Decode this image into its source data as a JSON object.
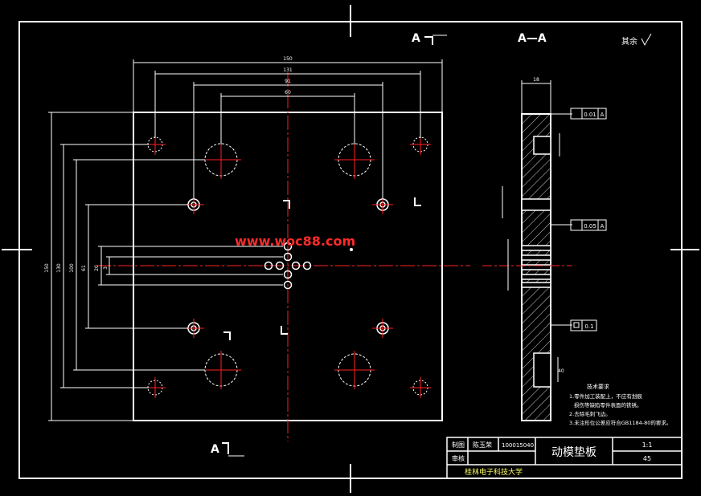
{
  "colors": {
    "background": "#000000",
    "line": "#ffffff",
    "center_line": "#ff2020",
    "dimension": "#ffffff",
    "title_text": "#ffff66",
    "hatch": "#ffffff",
    "watermark": "#ff2a2a"
  },
  "section": {
    "label_a_top": "A",
    "label_a_bottom": "A",
    "view_label": "A—A",
    "roughness_note": "其余"
  },
  "plan_dims": {
    "w_outer": "150",
    "w_holes": "131",
    "w_mid": "91",
    "w_inner": "60",
    "h_total": "150",
    "h_a": "130",
    "h_b": "100",
    "h_c": "61",
    "h_d": "20",
    "h_e": "3"
  },
  "side_dims": {
    "thickness": "18",
    "tol_parallel": "0.01",
    "tol_perp": "0.05",
    "tol_flat": "0.1",
    "datum_a": "A",
    "hole_dim": "40"
  },
  "watermark": "www.woc88.com",
  "notes": {
    "title": "技术要求",
    "lines": [
      "1.零件加工装配上，不应有划痕",
      "损伤等缺陷零件表面的铁锈。",
      "2.去除毛刺飞边。",
      "3.未注形位公差应符合GB1184-80的要求。"
    ]
  },
  "title_block": {
    "drawn_label": "制图",
    "drawn_name": "陈玉荣",
    "student_id": "100015040",
    "part_name": "动模垫板",
    "check_label": "审核",
    "scale": "1:1",
    "material": "45",
    "school": "桂林电子科技大学"
  }
}
